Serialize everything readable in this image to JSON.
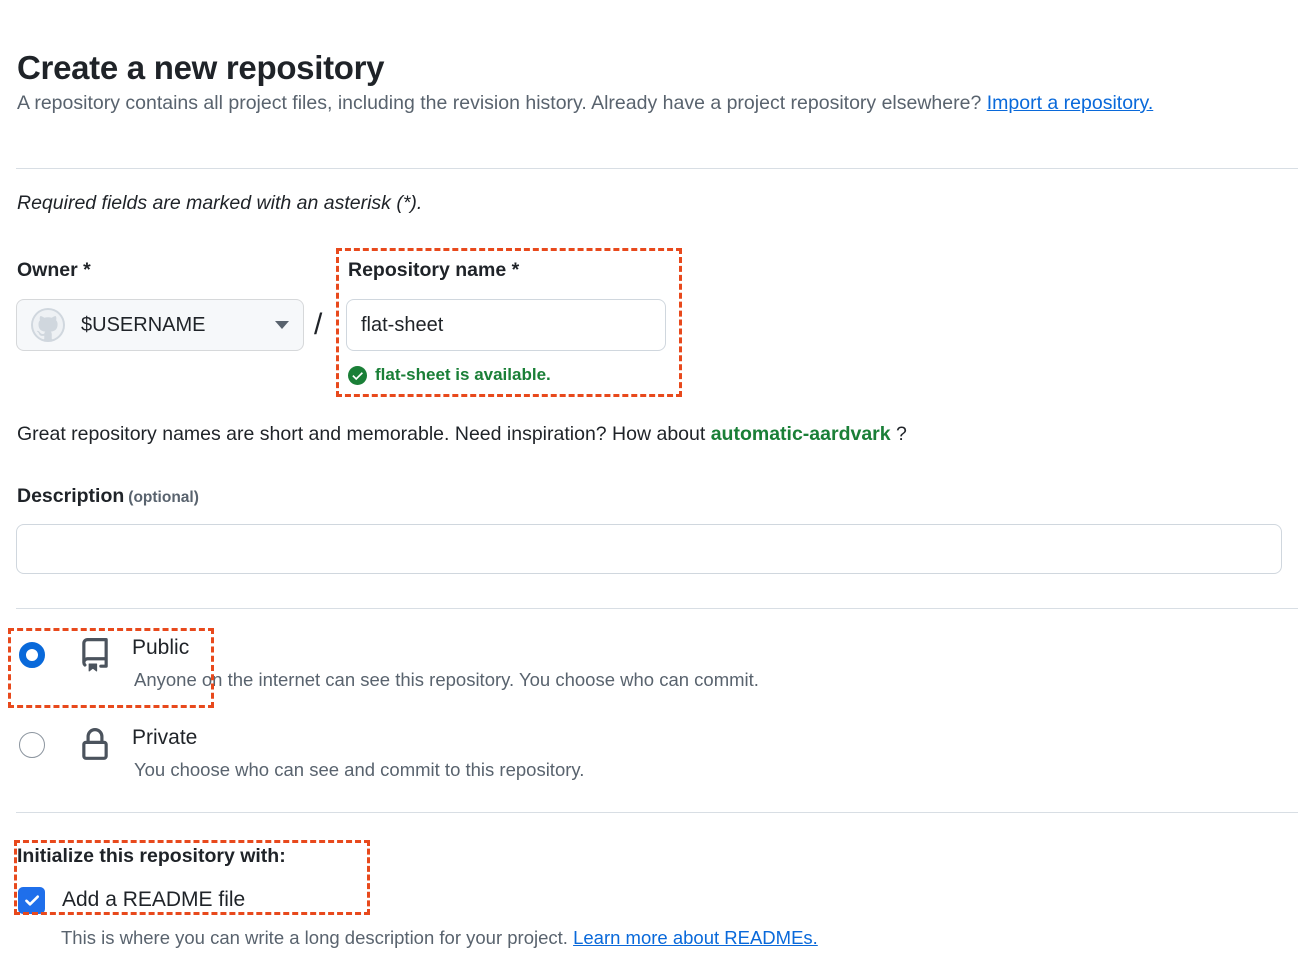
{
  "page": {
    "title": "Create a new repository",
    "subtitle_before": "A repository contains all project files, including the revision history. Already have a project repository elsewhere? ",
    "subtitle_link": "Import a repository.",
    "required_note": "Required fields are marked with an asterisk (*)."
  },
  "owner": {
    "label": "Owner *",
    "value": "$USERNAME",
    "avatar_icon": "github-octocat-icon",
    "caret_icon": "chevron-down-icon",
    "separator": "/"
  },
  "repository": {
    "label": "Repository name *",
    "value": "flat-sheet",
    "placeholder": "",
    "availability_text": "flat-sheet is available.",
    "availability_icon": "check-circle-icon",
    "availability_color": "#1a7f37"
  },
  "inspiration": {
    "prefix": "Great repository names are short and memorable. Need inspiration? How about ",
    "suggestion": "automatic-aardvark",
    "suffix": " ?"
  },
  "description": {
    "label": "Description",
    "optional": "(optional)",
    "value": "",
    "placeholder": ""
  },
  "visibility": {
    "options": [
      {
        "id": "public",
        "title": "Public",
        "description": "Anyone on the internet can see this repository. You choose who can commit.",
        "icon": "repo-book-icon",
        "selected": true
      },
      {
        "id": "private",
        "title": "Private",
        "description": "You choose who can see and commit to this repository.",
        "icon": "lock-icon",
        "selected": false
      }
    ]
  },
  "initialize": {
    "title": "Initialize this repository with:",
    "readme_label": "Add a README file",
    "readme_checked": true,
    "readme_checkbox_icon": "check-icon",
    "readme_desc_prefix": "This is where you can write a long description for your project. ",
    "readme_desc_link": "Learn more about READMEs."
  },
  "colors": {
    "accent_blue": "#0969da",
    "checkbox_blue": "#1f6feb",
    "success_green": "#1a7f37",
    "annotation_orange": "#e8491c",
    "muted_text": "#59636e",
    "border": "#d0d7de"
  }
}
